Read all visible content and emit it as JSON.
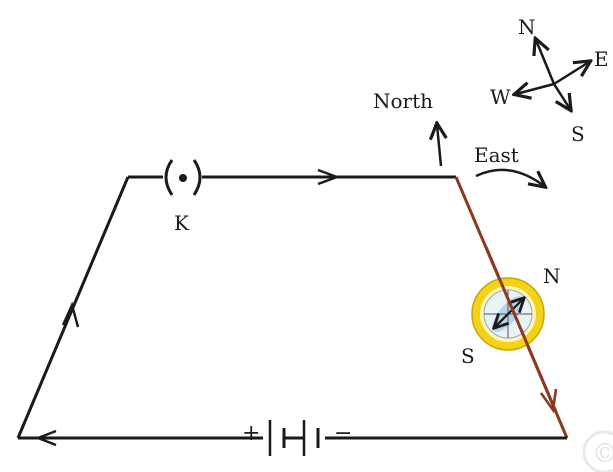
{
  "diagram": {
    "key_label": "K",
    "north_label": "North",
    "east_label": "East",
    "compass_rose": {
      "n": "N",
      "e": "E",
      "w": "W",
      "s": "S"
    },
    "needle_compass": {
      "north_pole": "N",
      "south_pole": "S"
    },
    "battery": {
      "plus": "+",
      "minus": "−"
    },
    "colors": {
      "wire": "#1a1a1a",
      "current_wire": "#8b3a1f",
      "compass_ring": "#f4d21a",
      "compass_face": "#e8f3f8",
      "compass_glass": "#a9c8e8"
    },
    "watermark": "©"
  }
}
